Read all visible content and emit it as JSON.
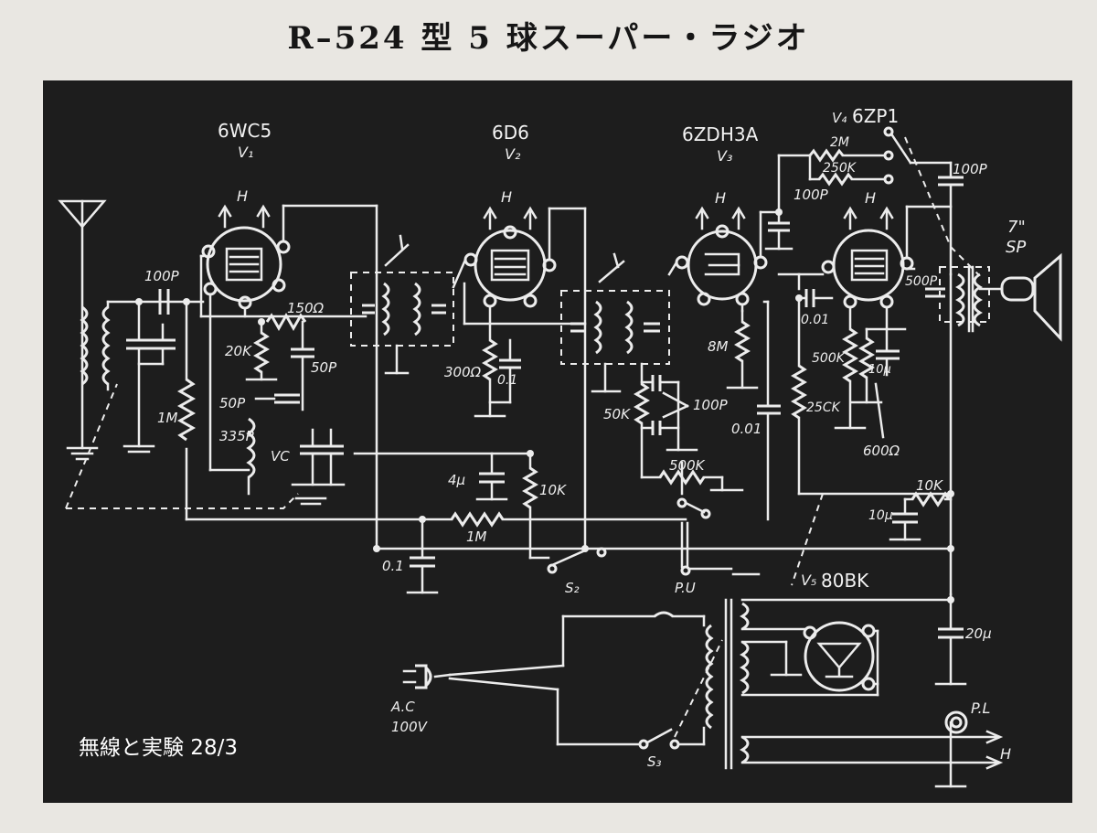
{
  "title": "R–524 型 5 球スーパー・ラジオ",
  "caption": "無線と実験 28/3",
  "tubes": {
    "v1": {
      "type": "6WC5",
      "ref": "V₁"
    },
    "v2": {
      "type": "6D6",
      "ref": "V₂"
    },
    "v3": {
      "type": "6ZDH3A",
      "ref": "V₃"
    },
    "v4": {
      "type": "6ZP1",
      "ref": "V₄"
    },
    "v5": {
      "type": "80BK",
      "ref": "V₅"
    }
  },
  "labels": {
    "heater": "H",
    "speaker_size": "7\"",
    "speaker": "SP",
    "ac_line": "A.C",
    "ac_voltage": "100V",
    "pickup": "P.U",
    "pilot_lamp": "P.L",
    "s2": "S₂",
    "s3": "S₃",
    "vc": "VC"
  },
  "components": {
    "c_100p_ant": "100P",
    "r_150": "150Ω",
    "r_20k": "20K",
    "c_50p_a": "50P",
    "c_50p_b": "50P",
    "c_335p": "335P",
    "r_1m_grid": "1M",
    "r_300": "300Ω",
    "c_01_v2": "0.1",
    "c_4u": "4μ",
    "r_10k_a": "10K",
    "r_1m_avc": "1M",
    "c_01_bus": "0.1",
    "r_50k": "50K",
    "c_100p_det": "100P",
    "vr_500k": "500K",
    "r_8m": "8M",
    "c_001_v3": "0.01",
    "c_100p_v3": "100P",
    "r_2m": "2M",
    "r_250k": "250K",
    "c_100p_top": "100P",
    "c_001_v4": "0.01",
    "r_500k_v4": "500K",
    "r_25ck": "25CK",
    "c_10u_k": "10μ",
    "r_600": "600Ω",
    "c_500p": "500P",
    "r_10k_b": "10K",
    "c_10u_f": "10μ",
    "c_20u": "20μ"
  }
}
